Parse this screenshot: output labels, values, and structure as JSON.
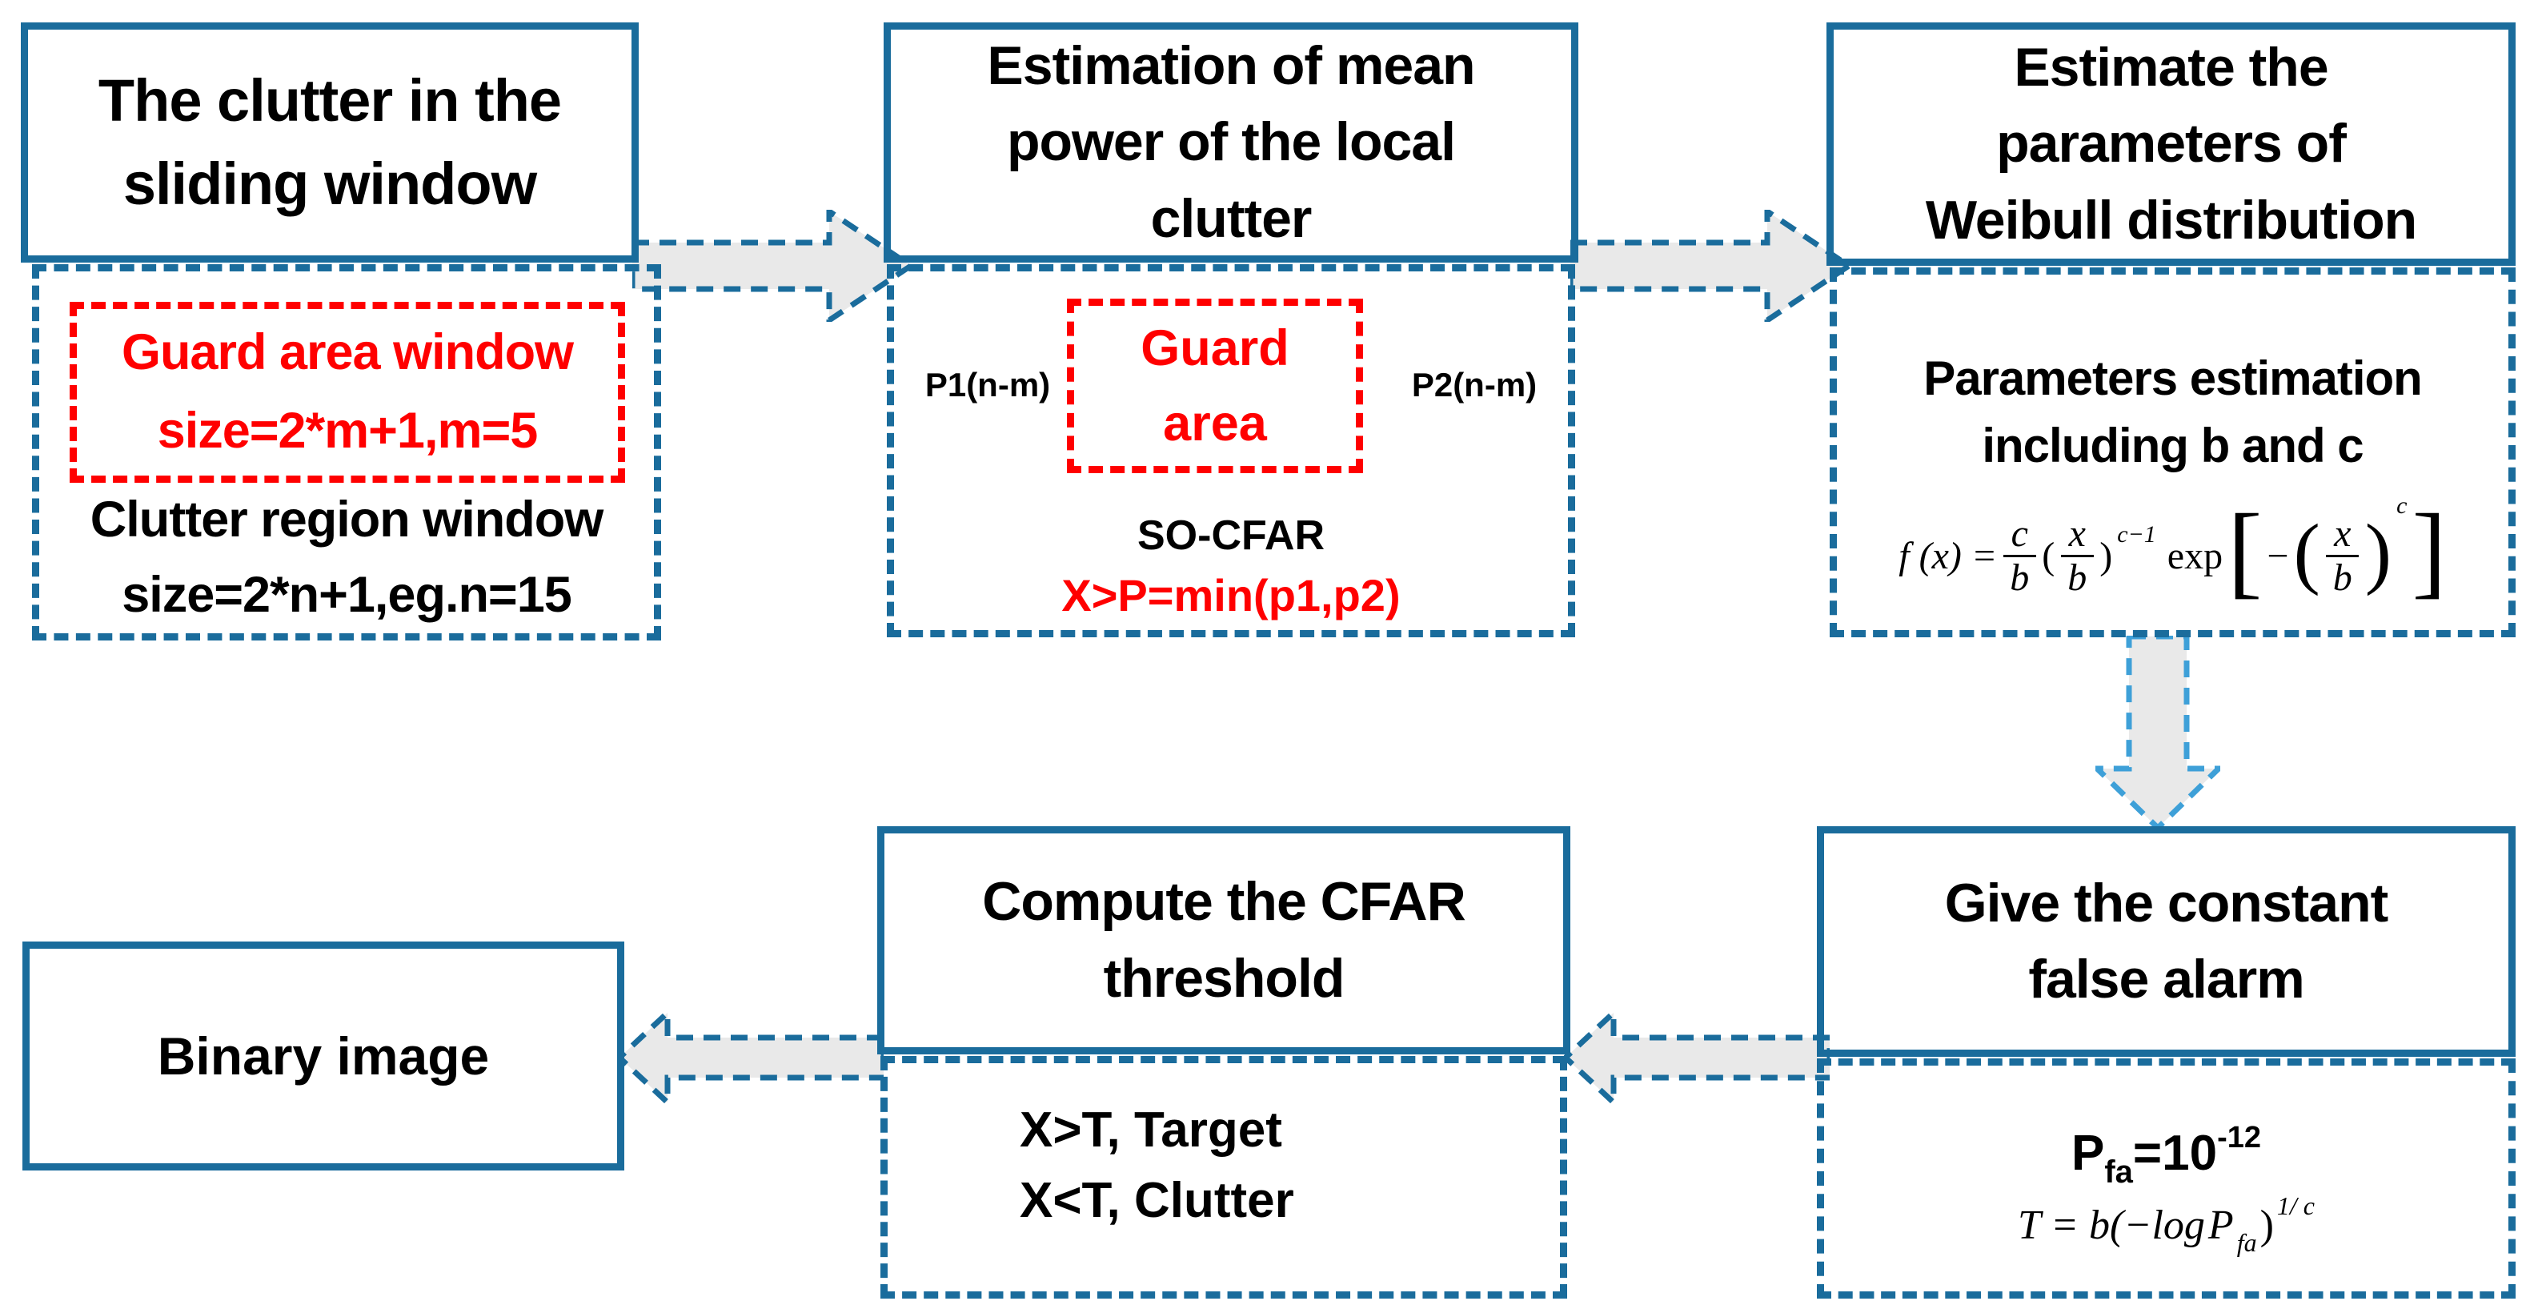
{
  "colors": {
    "border_blue": "#1a6c9c",
    "arrow_blue": "#3ea0d8",
    "red": "#ff0000",
    "arrow_fill": "#e9e9e9",
    "text": "#000000"
  },
  "boxes": {
    "clutter_window": {
      "title_lines": [
        "The clutter in the",
        "sliding window"
      ],
      "guard_lines": [
        "Guard area window",
        "size=2*m+1,m=5"
      ],
      "clutter_lines": [
        "Clutter region window",
        "size=2*n+1,eg.n=15"
      ]
    },
    "mean_power": {
      "title_lines": [
        "Estimation of mean",
        "power of the local",
        "clutter"
      ],
      "p1_label": "P1(n-m)",
      "p2_label": "P2(n-m)",
      "guard_lines": [
        "Guard",
        "area"
      ],
      "so_cfar": "SO-CFAR",
      "criterion": "X>P=min(p1,p2)"
    },
    "weibull": {
      "title_lines": [
        "Estimate the",
        "parameters of",
        "Weibull distribution"
      ],
      "sub_lines": [
        "Parameters estimation",
        "including b and c"
      ],
      "formula": {
        "lead": "f (x) =",
        "frac1": {
          "num": "c",
          "den": "b"
        },
        "paren_open": "(",
        "frac2": {
          "num": "x",
          "den": "b"
        },
        "paren_close": ")",
        "sup1": "c−1",
        "exp_word": "exp",
        "bracket_open": "[",
        "minus": "−",
        "big_open": "(",
        "frac3": {
          "num": "x",
          "den": "b"
        },
        "big_close": ")",
        "sup2": "c",
        "bracket_close": "]"
      }
    },
    "false_alarm": {
      "title_lines": [
        "Give the constant",
        "false alarm"
      ],
      "pfa": {
        "p": "P",
        "sub": "fa",
        "eq": "=10",
        "sup": "-12"
      },
      "formula": {
        "lead": "T = b(−log ",
        "p": "P",
        "sub": "fa",
        "close": ")",
        "sup": "1/ c"
      }
    },
    "threshold": {
      "title_lines": [
        "Compute the CFAR",
        "threshold"
      ],
      "cond_lines": [
        "X>T, Target",
        "X<T, Clutter"
      ]
    },
    "binary": {
      "label": "Binary image"
    }
  }
}
